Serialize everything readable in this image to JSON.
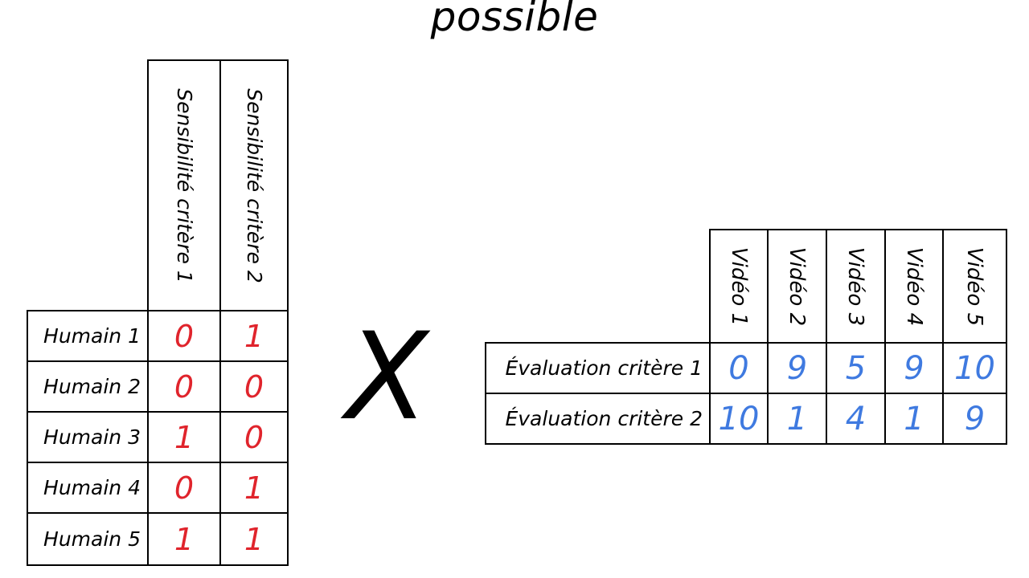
{
  "title": "possible",
  "operator": "X",
  "colors": {
    "sensitivity_value": "#e0242c",
    "evaluation_value": "#3f7ae0"
  },
  "left_matrix": {
    "columns": [
      "Sensibilité critère 1",
      "Sensibilité critère 2"
    ],
    "rows": [
      {
        "label": "Humain 1",
        "values": [
          "0",
          "1"
        ]
      },
      {
        "label": "Humain 2",
        "values": [
          "0",
          "0"
        ]
      },
      {
        "label": "Humain 3",
        "values": [
          "1",
          "0"
        ]
      },
      {
        "label": "Humain 4",
        "values": [
          "0",
          "1"
        ]
      },
      {
        "label": "Humain 5",
        "values": [
          "1",
          "1"
        ]
      }
    ]
  },
  "right_matrix": {
    "columns": [
      "Vidéo 1",
      "Vidéo 2",
      "Vidéo 3",
      "Vidéo 4",
      "Vidéo 5"
    ],
    "rows": [
      {
        "label": "Évaluation critère 1",
        "values": [
          "0",
          "9",
          "5",
          "9",
          "10"
        ]
      },
      {
        "label": "Évaluation critère 2",
        "values": [
          "10",
          "1",
          "4",
          "1",
          "9"
        ]
      }
    ]
  }
}
